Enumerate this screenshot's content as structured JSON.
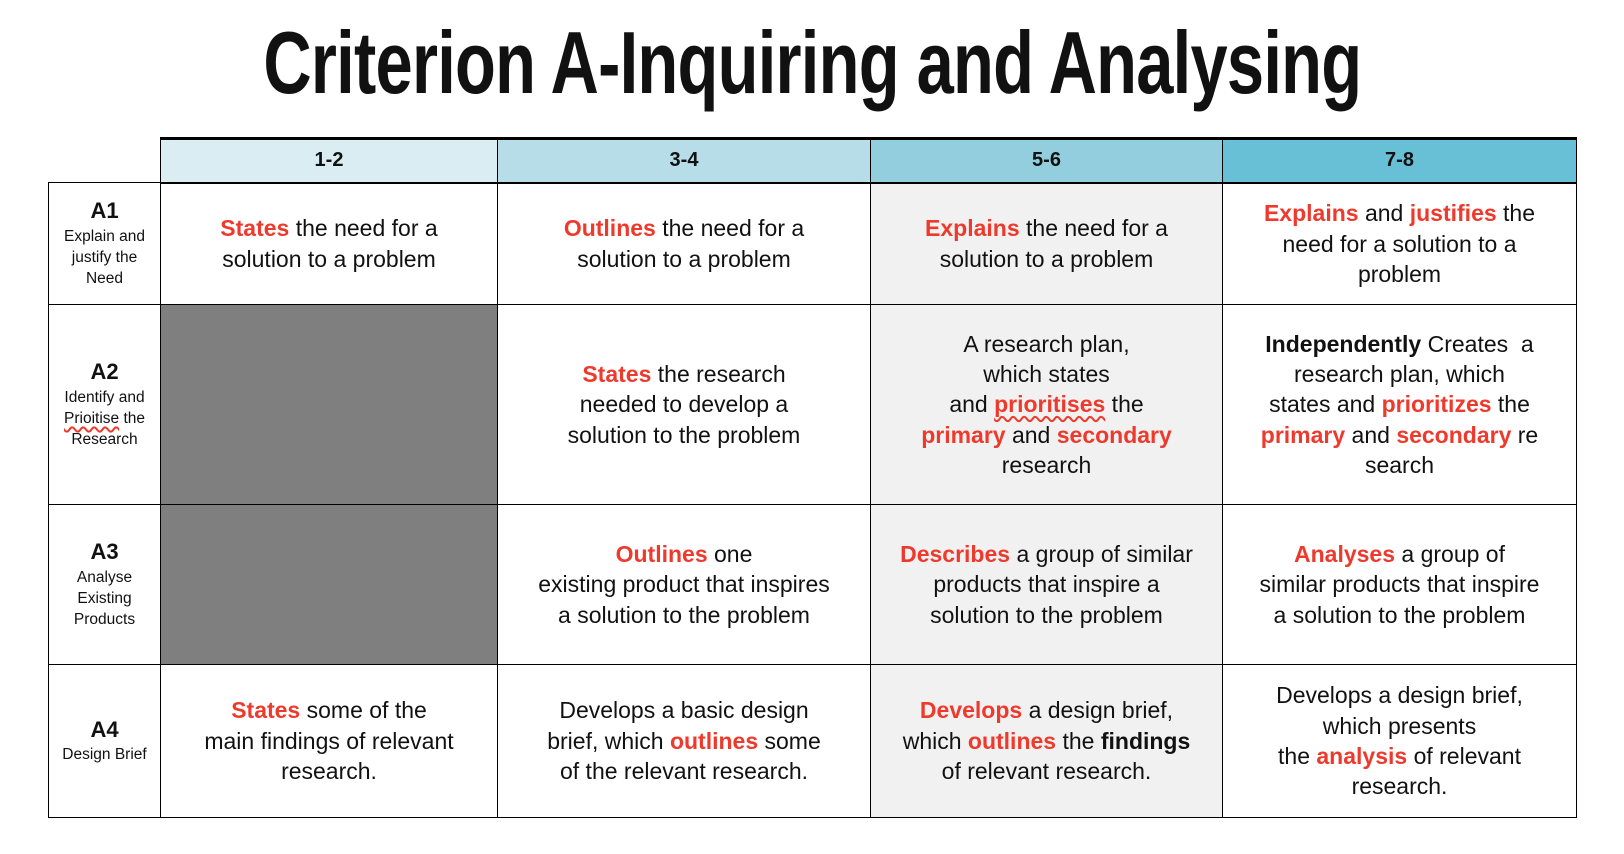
{
  "title": "Criterion A-Inquiring and Analysing",
  "colors": {
    "red": "#ed3a2d",
    "header_scale": [
      "#d9edf3",
      "#b6dde8",
      "#92cedd",
      "#67c0d6"
    ],
    "blocked_cell": "#7f7f7f",
    "shaded_column": "#f1f1f1",
    "border": "#000000",
    "background": "#ffffff"
  },
  "table": {
    "score_headers": [
      "1-2",
      "3-4",
      "5-6",
      "7-8"
    ],
    "rows": [
      {
        "code": "A1",
        "label_segments": [
          {
            "t": "Explain and justify the Need"
          }
        ],
        "cells": [
          {
            "segments": [
              {
                "t": "States",
                "r": true,
                "b": true
              },
              {
                "t": " the need for a\nsolution to a problem"
              }
            ]
          },
          {
            "segments": [
              {
                "t": "Outlines",
                "r": true,
                "b": true
              },
              {
                "t": " the need for a\nsolution to a problem"
              }
            ]
          },
          {
            "segments": [
              {
                "t": "Explains",
                "r": true,
                "b": true
              },
              {
                "t": " the need for a\nsolution to a problem"
              }
            ]
          },
          {
            "segments": [
              {
                "t": "Explains",
                "r": true,
                "b": true
              },
              {
                "t": " and "
              },
              {
                "t": "justifies",
                "r": true,
                "b": true
              },
              {
                "t": " the\nneed for a solution to a\nproblem"
              }
            ]
          }
        ]
      },
      {
        "code": "A2",
        "label_segments": [
          {
            "t": "Identify and "
          },
          {
            "t": "Prioitise",
            "w": true
          },
          {
            "t": " the Research"
          }
        ],
        "cells": [
          {
            "gray": true
          },
          {
            "segments": [
              {
                "t": "States",
                "r": true,
                "b": true
              },
              {
                "t": " the research\nneeded to develop a\nsolution to the problem"
              }
            ]
          },
          {
            "segments": [
              {
                "t": "A research plan,\nwhich states\nand "
              },
              {
                "t": "prioritises",
                "r": true,
                "b": true,
                "w": true
              },
              {
                "t": " the\n"
              },
              {
                "t": "primary",
                "r": true,
                "b": true
              },
              {
                "t": " and "
              },
              {
                "t": "secondary",
                "r": true,
                "b": true
              },
              {
                "t": "\nresearch"
              }
            ]
          },
          {
            "segments": [
              {
                "t": "Independently",
                "b": true
              },
              {
                "t": " Creates  a\nresearch plan, which\nstates and "
              },
              {
                "t": "prioritizes",
                "r": true,
                "b": true
              },
              {
                "t": " the\n"
              },
              {
                "t": "primary",
                "r": true,
                "b": true
              },
              {
                "t": " and "
              },
              {
                "t": "secondary",
                "r": true,
                "b": true
              },
              {
                "t": " re\nsearch"
              }
            ]
          }
        ]
      },
      {
        "code": "A3",
        "label_segments": [
          {
            "t": "Analyse Existing Products"
          }
        ],
        "cells": [
          {
            "gray": true
          },
          {
            "segments": [
              {
                "t": "Outlines",
                "r": true,
                "b": true
              },
              {
                "t": " one\nexisting product that inspires\na solution to the problem"
              }
            ]
          },
          {
            "segments": [
              {
                "t": "Describes",
                "r": true,
                "b": true
              },
              {
                "t": " a group of similar\nproducts that inspire a\nsolution to the problem"
              }
            ]
          },
          {
            "segments": [
              {
                "t": "Analyses",
                "r": true,
                "b": true
              },
              {
                "t": " a group of\nsimilar products that inspire\na solution to the problem"
              }
            ]
          }
        ]
      },
      {
        "code": "A4",
        "label_segments": [
          {
            "t": "Design Brief"
          }
        ],
        "cells": [
          {
            "segments": [
              {
                "t": "States",
                "r": true,
                "b": true
              },
              {
                "t": " some of the\nmain findings of relevant\nresearch."
              }
            ]
          },
          {
            "segments": [
              {
                "t": "Develops a basic design\nbrief, which "
              },
              {
                "t": "outlines",
                "r": true,
                "b": true
              },
              {
                "t": " some\nof the relevant research."
              }
            ]
          },
          {
            "segments": [
              {
                "t": "Develops",
                "r": true,
                "b": true
              },
              {
                "t": " a design brief,\nwhich "
              },
              {
                "t": "outlines",
                "r": true,
                "b": true
              },
              {
                "t": " the "
              },
              {
                "t": "findings",
                "b": true
              },
              {
                "t": "\nof relevant research."
              }
            ]
          },
          {
            "segments": [
              {
                "t": "Develops a design brief,\nwhich presents\nthe "
              },
              {
                "t": "analysis",
                "r": true,
                "b": true
              },
              {
                "t": " of relevant\nresearch."
              }
            ]
          }
        ]
      }
    ]
  }
}
